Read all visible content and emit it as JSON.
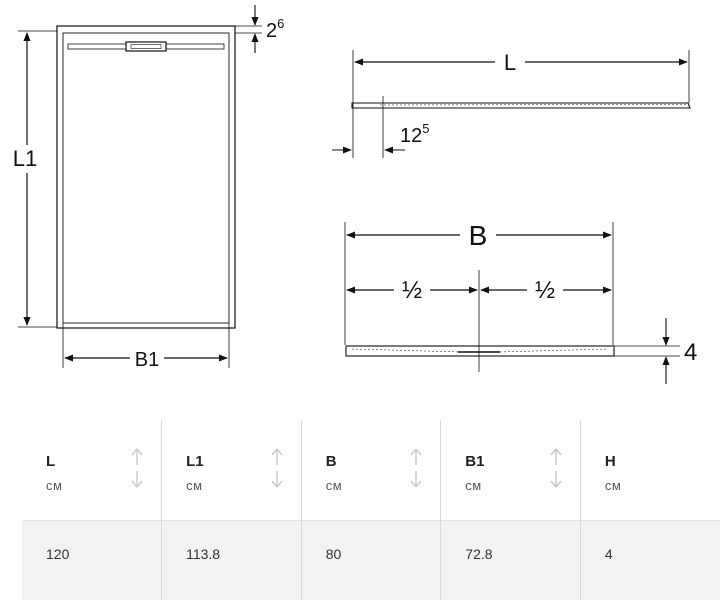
{
  "drawing": {
    "labels": {
      "L1": "L1",
      "B1": "B1",
      "L": "L",
      "B": "B",
      "half_left": "½",
      "half_right": "½",
      "thickness_top_base": "2",
      "thickness_top_exp": "6",
      "offset_base": "12",
      "offset_exp": "5",
      "height": "4"
    }
  },
  "table": {
    "columns": [
      {
        "name": "L",
        "unit": "см",
        "value": "120"
      },
      {
        "name": "L1",
        "unit": "см",
        "value": "113.8"
      },
      {
        "name": "B",
        "unit": "см",
        "value": "80"
      },
      {
        "name": "B1",
        "unit": "см",
        "value": "72.8"
      },
      {
        "name": "H",
        "unit": "см",
        "value": "4"
      }
    ]
  },
  "colors": {
    "line": "#111111",
    "grid": "#d9d9d9",
    "value_row_bg": "#f2f2f2",
    "sort_icon": "#c8c8c8"
  }
}
